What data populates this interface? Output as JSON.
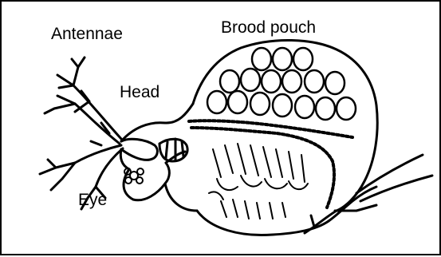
{
  "diagram": {
    "subject_labels": {
      "antennae": "Antennae",
      "brood_pouch": "Brood pouch",
      "head": "Head",
      "eye": "Eye"
    },
    "colors": {
      "stroke": "#000000",
      "background": "#ffffff"
    }
  }
}
